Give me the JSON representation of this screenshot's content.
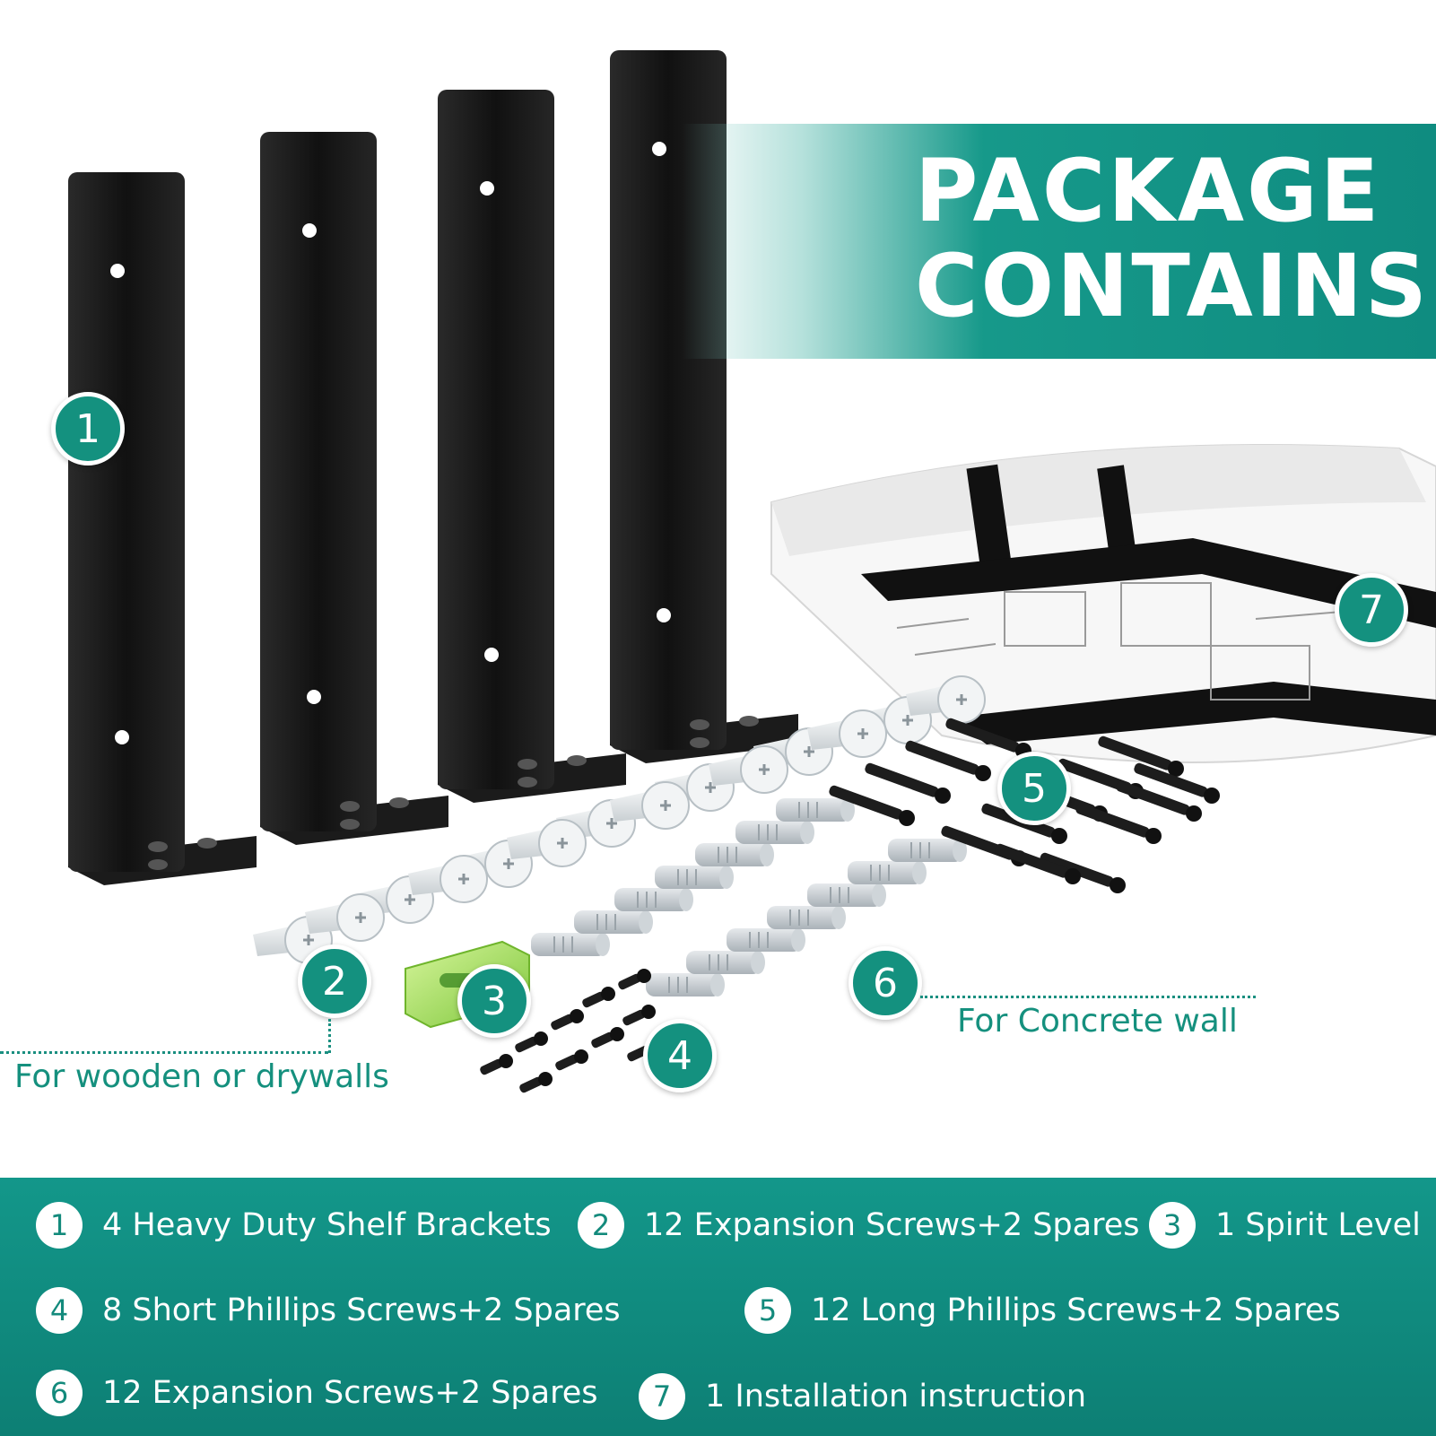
{
  "header": {
    "title_line1": "PACKAGE",
    "title_line2": "CONTAINS"
  },
  "badges": [
    "1",
    "2",
    "3",
    "4",
    "5",
    "6",
    "7"
  ],
  "captions": {
    "wood": "For wooden or drywalls",
    "concrete": "For Concrete wall"
  },
  "legend": [
    {
      "num": "1",
      "text": "4 Heavy Duty Shelf Brackets"
    },
    {
      "num": "2",
      "text": "12 Expansion Screws+2 Spares"
    },
    {
      "num": "3",
      "text": "1 Spirit Level"
    },
    {
      "num": "4",
      "text": "8 Short Phillips Screws+2 Spares"
    },
    {
      "num": "5",
      "text": "12 Long Phillips Screws+2 Spares"
    },
    {
      "num": "6",
      "text": "12 Expansion Screws+2 Spares"
    },
    {
      "num": "7",
      "text": "1 Installation instruction"
    }
  ],
  "colors": {
    "accent": "#14917f",
    "bracket": "#1a1a1a",
    "anchor": "#e9ecef",
    "level": "#a8e26a"
  }
}
